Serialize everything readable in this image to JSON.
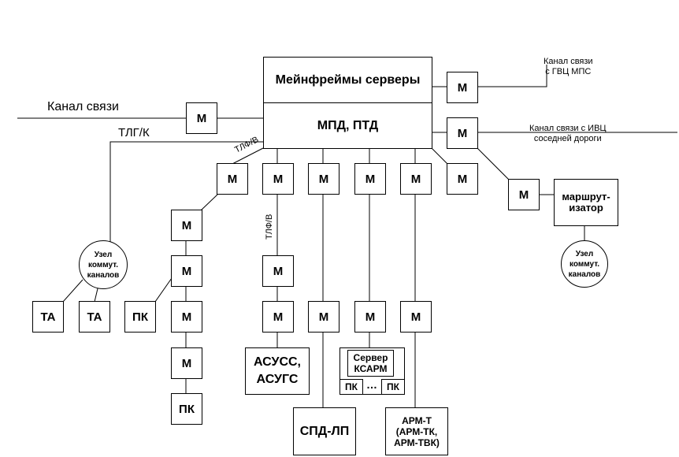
{
  "mainframe": "Мейнфреймы серверы",
  "mpd": "МПД, ПТД",
  "modem": "М",
  "labels": {
    "channel": "Канал связи",
    "tlg": "ТЛГ/К",
    "tlf_top": "ТЛФ/В",
    "tlf_vert": "ТЛФ/В",
    "gvc": "Канал связи\nс ГВЦ МПС",
    "ivc": "Канал связи с ИВЦ\nсоседней дороги",
    "ellipsis": "…"
  },
  "node_left": "Узел\nкоммут.\nканалов",
  "node_right": "Узел\nкоммут.\nканалов",
  "router": "маршрут-\nизатор",
  "ta1": "ТА",
  "ta2": "ТА",
  "pk_left": "ПК",
  "pk_bottom": "ПК",
  "asuss": "АСУСС,\nАСУГС",
  "spd": "СПД-ЛП",
  "server": "Сервер\nКСАРМ",
  "pk_small1": "ПК",
  "pk_small2": "ПК",
  "arm": "АРМ-Т\n(АРМ-ТК,\nАРМ-ТВК)"
}
